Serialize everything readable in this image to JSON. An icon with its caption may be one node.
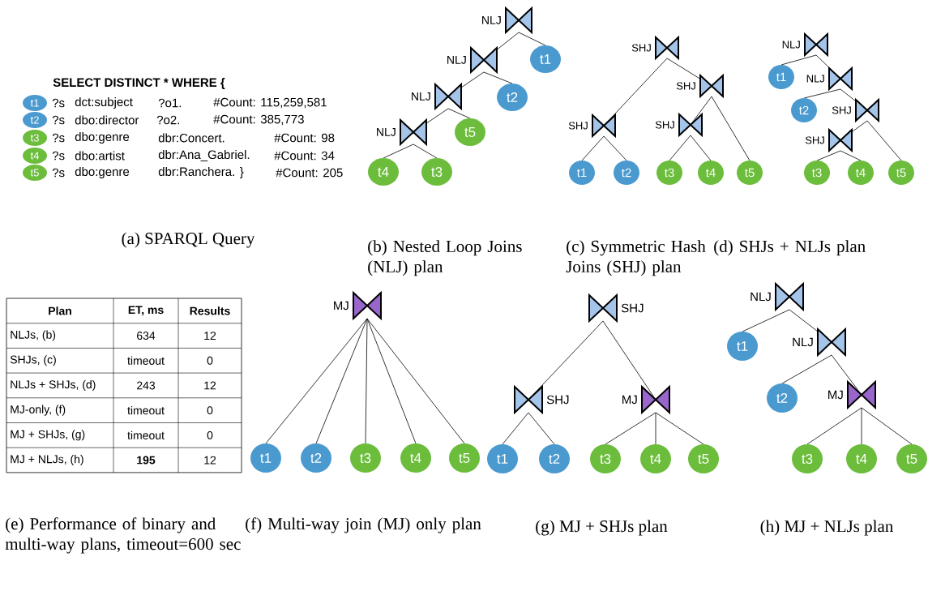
{
  "diagram": {
    "nodes": [
      {
        "text": [
          "t1"
        ]
      },
      {
        "text": [
          "t2"
        ]
      },
      {
        "text": [
          "t3"
        ]
      },
      {
        "text": [
          "t4"
        ]
      },
      {
        "text": [
          "t5"
        ]
      },
      {
        "text": [],
        "shape": "bowtie",
        "beside": [
          "NLJ"
        ]
      },
      {
        "text": [],
        "shape": "bowtie",
        "beside": [
          "NLJ"
        ]
      },
      {
        "text": [],
        "shape": "bowtie",
        "beside": [
          "NLJ"
        ]
      },
      {
        "text": [],
        "shape": "bowtie",
        "beside": [
          "NLJ"
        ]
      },
      {
        "text": [
          "t1"
        ]
      },
      {
        "text": [
          "t2"
        ]
      },
      {
        "text": [
          "t5"
        ]
      },
      {
        "text": [
          "t4"
        ]
      },
      {
        "text": [
          "t3"
        ]
      },
      {
        "text": [],
        "shape": "bowtie",
        "beside": [
          "SHJ"
        ]
      },
      {
        "text": [],
        "shape": "bowtie",
        "beside": [
          "SHJ"
        ]
      },
      {
        "text": [],
        "shape": "bowtie",
        "beside": [
          "SHJ"
        ]
      },
      {
        "text": [],
        "shape": "bowtie",
        "beside": [
          "SHJ"
        ]
      },
      {
        "text": [
          "t1"
        ]
      },
      {
        "text": [
          "t2"
        ]
      },
      {
        "text": [
          "t3"
        ]
      },
      {
        "text": [
          "t4"
        ]
      },
      {
        "text": [
          "t5"
        ]
      },
      {
        "text": [],
        "shape": "bowtie",
        "beside": [
          "NLJ"
        ]
      },
      {
        "text": [],
        "shape": "bowtie",
        "beside": [
          "NLJ"
        ]
      },
      {
        "text": [],
        "shape": "bowtie",
        "beside": [
          "SHJ"
        ]
      },
      {
        "text": [],
        "shape": "bowtie",
        "beside": [
          "SHJ"
        ]
      },
      {
        "text": [
          "t1"
        ]
      },
      {
        "text": [
          "t2"
        ]
      },
      {
        "text": [
          "t3"
        ]
      },
      {
        "text": [
          "t4"
        ]
      },
      {
        "text": [
          "t5"
        ]
      },
      {
        "text": [],
        "shape": "bowtie",
        "beside": [
          "MJ"
        ]
      },
      {
        "text": [
          "t1"
        ]
      },
      {
        "text": [
          "t2"
        ]
      },
      {
        "text": [
          "t3"
        ]
      },
      {
        "text": [
          "t4"
        ]
      },
      {
        "text": [
          "t5"
        ]
      },
      {
        "text": [],
        "shape": "bowtie",
        "beside": [
          "SHJ"
        ]
      },
      {
        "text": [],
        "shape": "bowtie",
        "beside": [
          "SHJ"
        ]
      },
      {
        "text": [],
        "shape": "bowtie",
        "beside": [
          "MJ"
        ]
      },
      {
        "text": [
          "t1"
        ]
      },
      {
        "text": [
          "t2"
        ]
      },
      {
        "text": [
          "t3"
        ]
      },
      {
        "text": [
          "t4"
        ]
      },
      {
        "text": [
          "t5"
        ]
      },
      {
        "text": [],
        "shape": "bowtie",
        "beside": [
          "NLJ"
        ]
      },
      {
        "text": [],
        "shape": "bowtie",
        "beside": [
          "NLJ"
        ]
      },
      {
        "text": [],
        "shape": "bowtie",
        "beside": [
          "MJ"
        ]
      },
      {
        "text": [
          "t1"
        ]
      },
      {
        "text": [
          "t2"
        ]
      },
      {
        "text": [
          "t3"
        ]
      },
      {
        "text": [
          "t4"
        ]
      },
      {
        "text": [
          "t5"
        ]
      }
    ],
    "edges": [
      {
        "from": 5,
        "to": 6,
        "arrow": "none"
      },
      {
        "from": 5,
        "to": 9,
        "arrow": "none"
      },
      {
        "from": 6,
        "to": 7,
        "arrow": "none"
      },
      {
        "from": 6,
        "to": 10,
        "arrow": "none"
      },
      {
        "from": 7,
        "to": 8,
        "arrow": "none"
      },
      {
        "from": 7,
        "to": 11,
        "arrow": "none"
      },
      {
        "from": 8,
        "to": 12,
        "arrow": "none"
      },
      {
        "from": 8,
        "to": 13,
        "arrow": "none"
      },
      {
        "from": 14,
        "to": 17,
        "arrow": "none"
      },
      {
        "from": 14,
        "to": 15,
        "arrow": "none"
      },
      {
        "from": 15,
        "to": 16,
        "arrow": "none"
      },
      {
        "from": 15,
        "to": 22,
        "arrow": "none"
      },
      {
        "from": 16,
        "to": 20,
        "arrow": "none"
      },
      {
        "from": 16,
        "to": 21,
        "arrow": "none"
      },
      {
        "from": 17,
        "to": 18,
        "arrow": "none"
      },
      {
        "from": 17,
        "to": 19,
        "arrow": "none"
      },
      {
        "from": 23,
        "to": 27,
        "arrow": "none"
      },
      {
        "from": 23,
        "to": 24,
        "arrow": "none"
      },
      {
        "from": 24,
        "to": 28,
        "arrow": "none"
      },
      {
        "from": 24,
        "to": 25,
        "arrow": "none"
      },
      {
        "from": 25,
        "to": 26,
        "arrow": "none"
      },
      {
        "from": 25,
        "to": 31,
        "arrow": "none"
      },
      {
        "from": 26,
        "to": 29,
        "arrow": "none"
      },
      {
        "from": 26,
        "to": 30,
        "arrow": "none"
      },
      {
        "from": 32,
        "to": 33,
        "arrow": "none"
      },
      {
        "from": 32,
        "to": 34,
        "arrow": "none"
      },
      {
        "from": 32,
        "to": 35,
        "arrow": "none"
      },
      {
        "from": 32,
        "to": 36,
        "arrow": "none"
      },
      {
        "from": 32,
        "to": 37,
        "arrow": "none"
      },
      {
        "from": 38,
        "to": 39,
        "arrow": "none"
      },
      {
        "from": 38,
        "to": 40,
        "arrow": "none"
      },
      {
        "from": 39,
        "to": 41,
        "arrow": "none"
      },
      {
        "from": 39,
        "to": 42,
        "arrow": "none"
      },
      {
        "from": 40,
        "to": 43,
        "arrow": "none"
      },
      {
        "from": 40,
        "to": 44,
        "arrow": "none"
      },
      {
        "from": 40,
        "to": 45,
        "arrow": "none"
      },
      {
        "from": 46,
        "to": 49,
        "arrow": "none"
      },
      {
        "from": 46,
        "to": 47,
        "arrow": "none"
      },
      {
        "from": 47,
        "to": 50,
        "arrow": "none"
      },
      {
        "from": 47,
        "to": 48,
        "arrow": "none"
      },
      {
        "from": 48,
        "to": 51,
        "arrow": "none"
      },
      {
        "from": 48,
        "to": 52,
        "arrow": "none"
      },
      {
        "from": 48,
        "to": 53,
        "arrow": "none"
      }
    ],
    "labels": [
      "SELECT DISTINCT * WHERE {",
      "?s",
      "dct:subject",
      "?o1.",
      "#Count: 115,259,581",
      "?s",
      "dbo:director",
      "?o2.",
      "#Count: 385,773",
      "?s",
      "dbo:genre",
      "dbr:Concert.",
      "#Count: 98",
      "?s",
      "dbo:artist",
      "dbr:Ana_Gabriel.",
      "#Count: 34",
      "?s",
      "dbo:genre",
      "dbr:Ranchera. }",
      "#Count: 205",
      "(a) SPARQL Query",
      "(b) Nested Loop Joins (NLJ) plan",
      "(c) Symmetric Hash Joins (SHJ) plan",
      "(d) SHJs + NLJs plan",
      "Plan",
      "ET, ms",
      "Results",
      "NLJs, (b)",
      "634",
      "12",
      "SHJs, (c)",
      "timeout",
      "0",
      "NLJs + SHJs, (d)",
      "243",
      "12",
      "MJ-only, (f)",
      "timeout",
      "0",
      "MJ + SHJs, (g)",
      "timeout",
      "0",
      "MJ + NLJs, (h)",
      "195",
      "12",
      "(e) Performance of binary and multi-way plans, timeout=600 sec",
      "(f) Multi-way join (MJ) only plan",
      "(g) MJ + SHJs plan",
      "(h) MJ + NLJs plan"
    ]
  }
}
